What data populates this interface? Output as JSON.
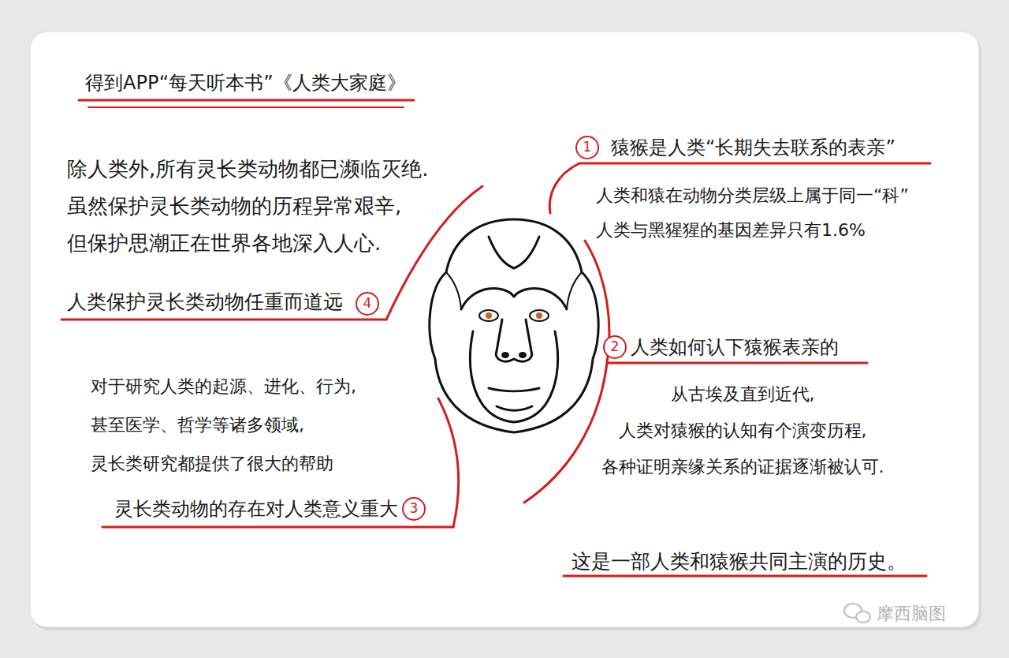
{
  "diagram": {
    "title": "得到APP“每天听本书”《人类大家庭》",
    "nodes": [
      {
        "text": [
          "猿猴是人类“长期失去联系的表亲”",
          "人类和猿在动物分类层级上属于同一“科” 人类与黑猩猩的基因差异只有1.6%"
        ]
      },
      {
        "text": [
          "人类如何认下猿猴表亲的",
          "从古埃及直到近代, 人类对猿猴的认知有个演变历程, 各种证明亲缘关系的证据逐渐被认可."
        ]
      },
      {
        "text": [
          "灵长类动物的存在对人类意义重大",
          "对于研究人类的起源、进化、行为, 甚至医学、哲学等诸多领域, 灵长类研究都提供了很大的帮助"
        ]
      },
      {
        "text": [
          "人类保护灵长类动物任重而道远",
          "除人类外,所有灵长类动物都已濒临灭绝. 虽然保护灵长类动物的历程异常艰辛, 但保护思潮正在世界各地深入人心."
        ]
      }
    ],
    "labels": [
      "1",
      "2",
      "3",
      "4",
      "这是一部人类和猿猴共同主演的历史。",
      "摩西脑图"
    ]
  }
}
